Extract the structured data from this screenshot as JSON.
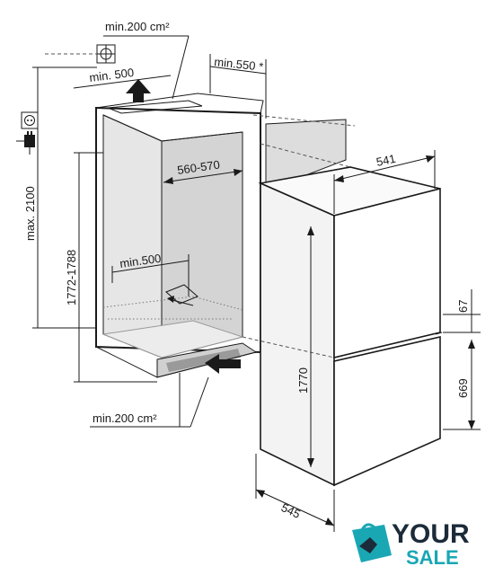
{
  "dimensions": {
    "top_vent": "min.200 cm²",
    "top_depth": "min. 500",
    "door_clearance": "min.550 *",
    "max_height": "max. 2100",
    "niche_height": "1772-1788",
    "niche_width": "560-570",
    "inner_depth": "min.500",
    "bottom_vent": "min.200 cm²",
    "fridge_width": "541",
    "fridge_height": "1770",
    "fridge_depth": "545",
    "upper_gap": "67",
    "lower_height": "669"
  },
  "logo": {
    "word_top": "YOUR",
    "word_bottom": "SALE",
    "colors": {
      "teal": "#1aa7b4",
      "dark": "#1c2b39"
    }
  },
  "colors": {
    "line": "#1a1a1a",
    "inner_fill": "#d8d8d8",
    "door_fill": "#dddddd"
  }
}
